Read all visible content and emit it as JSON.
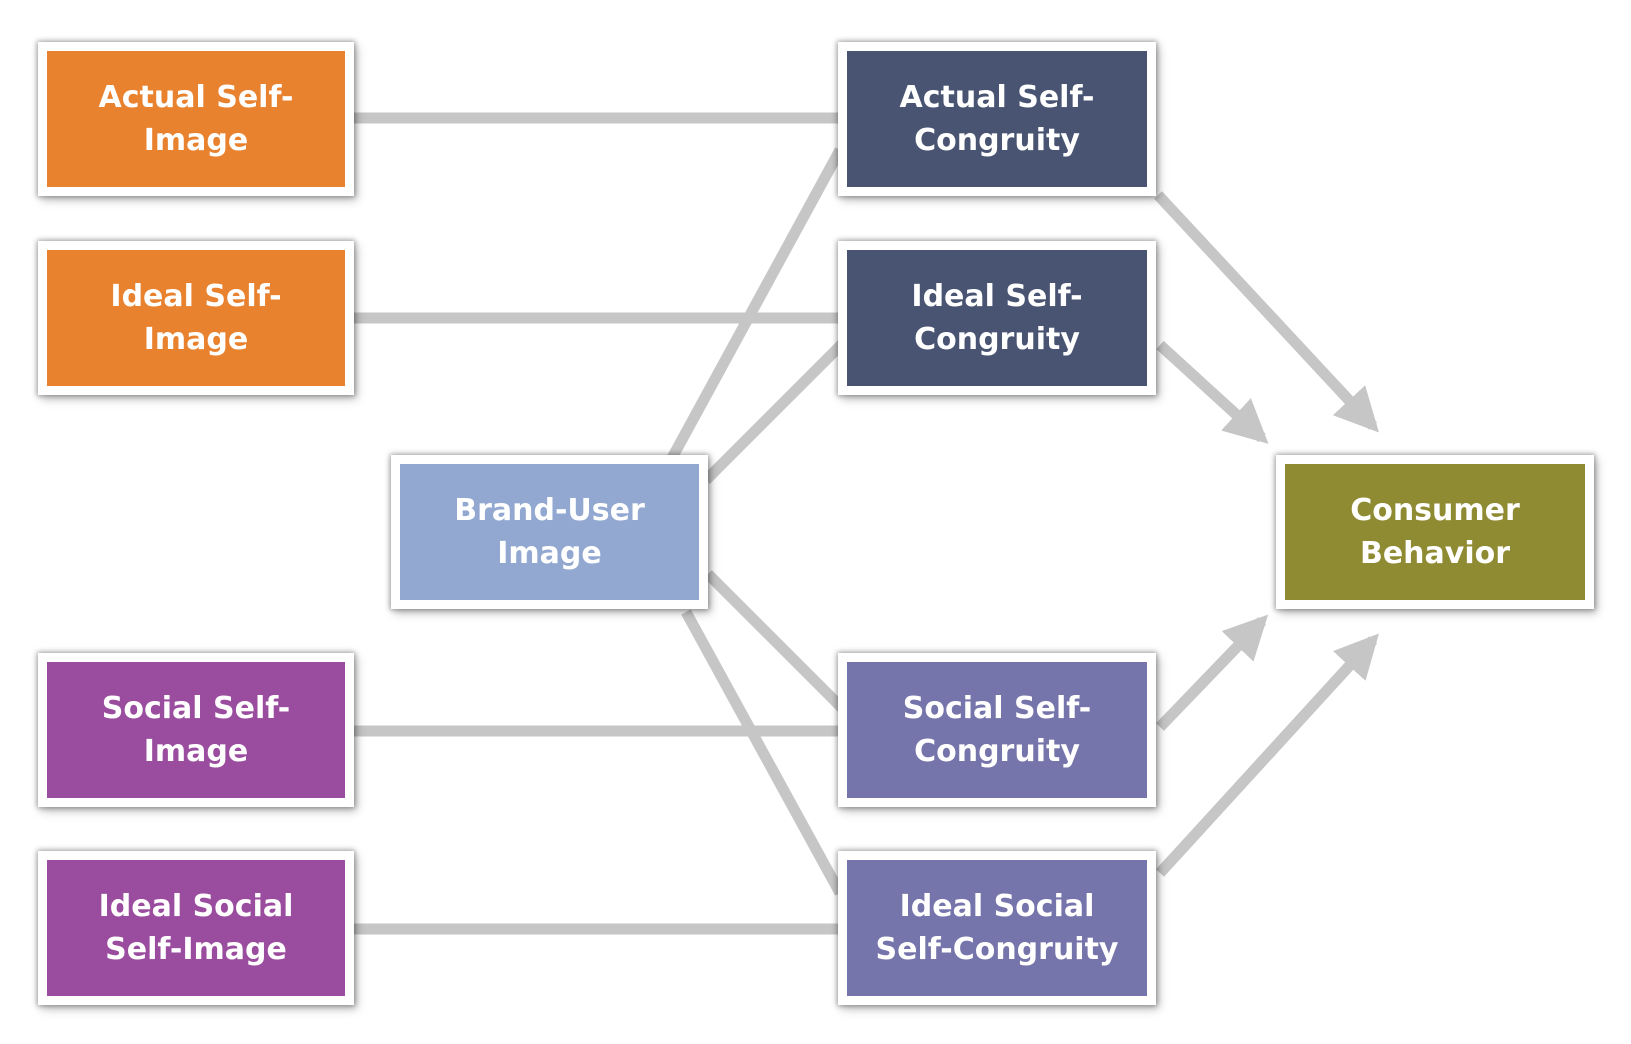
{
  "colors": {
    "self_image": "#E8822F",
    "social_image": "#9A4C9E",
    "brand_user": "#92A8D1",
    "self_congruity": "#495472",
    "social_congruity": "#7574AB",
    "consumer_behavior": "#8F8B33",
    "connector": "#C6C6C6"
  },
  "nodes": {
    "actual_self_image": {
      "label": "Actual Self-\nImage"
    },
    "ideal_self_image": {
      "label": "Ideal Self-\nImage"
    },
    "social_self_image": {
      "label": "Social Self-\nImage"
    },
    "ideal_social_self_image": {
      "label": "Ideal Social\nSelf-Image"
    },
    "brand_user_image": {
      "label": "Brand-User\nImage"
    },
    "actual_self_congruity": {
      "label": "Actual Self-\nCongruity"
    },
    "ideal_self_congruity": {
      "label": "Ideal Self-\nCongruity"
    },
    "social_self_congruity": {
      "label": "Social Self-\nCongruity"
    },
    "ideal_social_self_congruity": {
      "label": "Ideal Social\nSelf-Congruity"
    },
    "consumer_behavior": {
      "label": "Consumer\nBehavior"
    }
  }
}
